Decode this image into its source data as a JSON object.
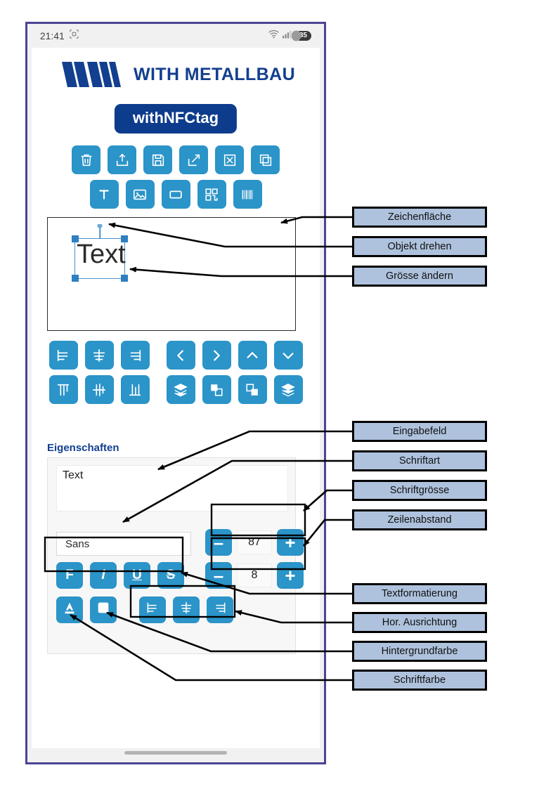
{
  "statusbar": {
    "time": "21:41",
    "screenshot_icon": "screenshot-icon",
    "wifi_icon": "wifi-icon",
    "signal_icon": "cellular-signal-icon",
    "battery_level": "35"
  },
  "brand": {
    "logo": "wm-logo",
    "name": "WITH METALLBAU",
    "color": "#123f8f"
  },
  "app": {
    "title": "withNFCtag",
    "title_bg": "#0d3c8c"
  },
  "toolbar": {
    "accent": "#2b94c8",
    "row1": [
      {
        "name": "delete-icon",
        "label": "Löschen"
      },
      {
        "name": "upload-icon",
        "label": "Laden"
      },
      {
        "name": "save-icon",
        "label": "Speichern"
      },
      {
        "name": "resize-arrow-icon",
        "label": "Skalieren"
      },
      {
        "name": "close-x-icon",
        "label": "Schliessen"
      },
      {
        "name": "duplicate-icon",
        "label": "Duplizieren"
      }
    ],
    "row2": [
      {
        "name": "text-tool-icon",
        "label": "Text"
      },
      {
        "name": "image-tool-icon",
        "label": "Bild"
      },
      {
        "name": "rectangle-tool-icon",
        "label": "Rechteck"
      },
      {
        "name": "qrcode-tool-icon",
        "label": "QR-Code"
      },
      {
        "name": "barcode-tool-icon",
        "label": "Barcode"
      }
    ]
  },
  "canvas": {
    "object_text": "Text",
    "selection_color": "#4a90c9",
    "handle_color": "#2f7fc1"
  },
  "align": {
    "row1_left": [
      {
        "name": "align-left-icon"
      },
      {
        "name": "align-center-horizontal-icon"
      },
      {
        "name": "align-right-icon"
      }
    ],
    "row1_right": [
      {
        "name": "move-left-icon"
      },
      {
        "name": "move-right-icon"
      },
      {
        "name": "move-up-icon"
      },
      {
        "name": "move-down-icon"
      }
    ],
    "row2_left": [
      {
        "name": "align-top-icon"
      },
      {
        "name": "align-middle-vertical-icon"
      },
      {
        "name": "align-bottom-icon"
      }
    ],
    "row2_right": [
      {
        "name": "bring-to-front-icon"
      },
      {
        "name": "bring-forward-icon"
      },
      {
        "name": "send-backward-icon"
      },
      {
        "name": "send-to-back-icon"
      }
    ]
  },
  "properties": {
    "heading": "Eigenschaften",
    "text_value": "Text",
    "font_family": "Sans",
    "font_size": "87",
    "line_spacing": "8",
    "minus": "–",
    "plus": "+",
    "format_buttons": [
      {
        "name": "bold-button",
        "label": "F"
      },
      {
        "name": "italic-button",
        "label": "I"
      },
      {
        "name": "underline-button",
        "label": "U"
      },
      {
        "name": "strikethrough-button",
        "label": "S"
      }
    ],
    "color_buttons": [
      {
        "name": "font-color-button"
      },
      {
        "name": "background-color-button"
      }
    ],
    "halign_buttons": [
      {
        "name": "text-align-left-button"
      },
      {
        "name": "text-align-center-button"
      },
      {
        "name": "text-align-right-button"
      }
    ]
  },
  "annotations": [
    {
      "id": "zeichenflaeche",
      "label": "Zeichenfläche"
    },
    {
      "id": "objekt-drehen",
      "label": "Objekt drehen"
    },
    {
      "id": "groesse-aendern",
      "label": "Grösse ändern"
    },
    {
      "id": "eingabefeld",
      "label": "Eingabefeld"
    },
    {
      "id": "schriftart",
      "label": "Schriftart"
    },
    {
      "id": "schriftgroesse",
      "label": "Schriftgrösse"
    },
    {
      "id": "zeilenabstand",
      "label": "Zeilenabstand"
    },
    {
      "id": "textformatierung",
      "label": "Textformatierung"
    },
    {
      "id": "hor-ausrichtung",
      "label": "Hor. Ausrichtung"
    },
    {
      "id": "hintergrundfarbe",
      "label": "Hintergrundfarbe"
    },
    {
      "id": "schriftfarbe",
      "label": "Schriftfarbe"
    }
  ]
}
